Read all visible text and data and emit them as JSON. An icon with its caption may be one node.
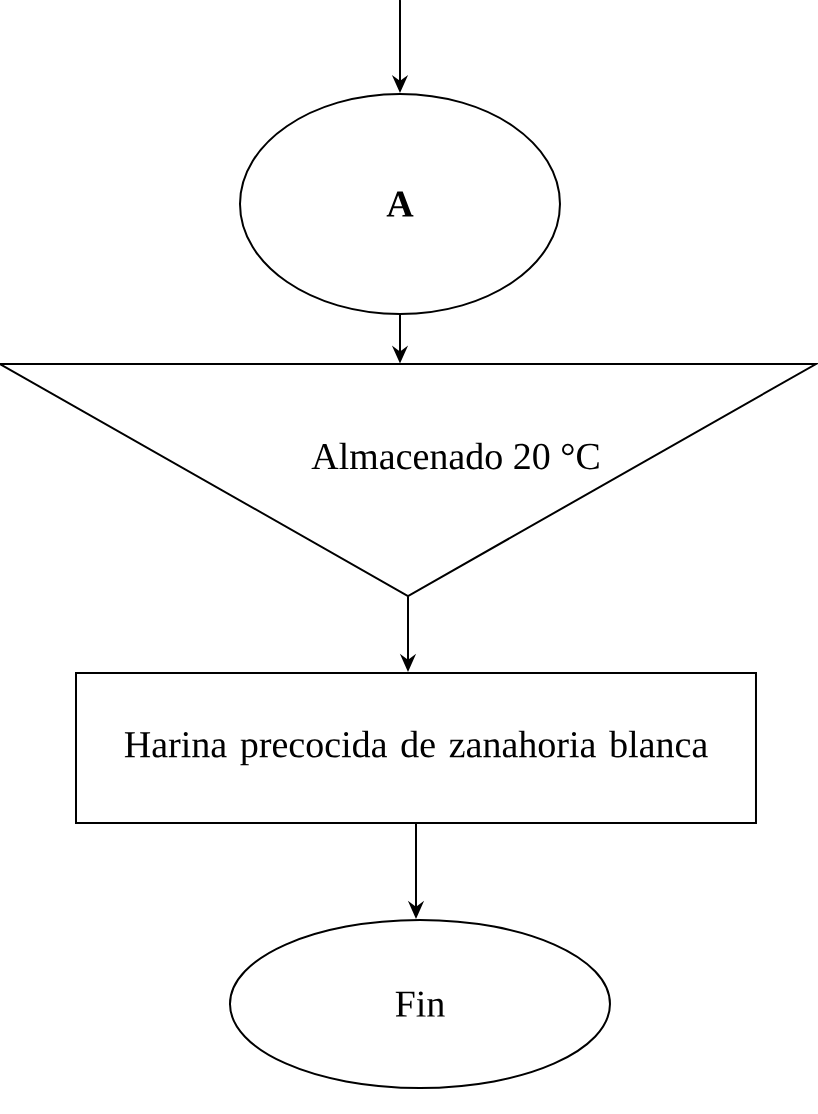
{
  "diagram": {
    "nodes": [
      {
        "text": [
          "A"
        ]
      },
      {
        "text": [
          "Almacenado 20 °C"
        ]
      },
      {
        "text": [
          "Harina precocida de zanahoria blanca"
        ]
      },
      {
        "text": [
          "Fin"
        ]
      }
    ],
    "edges": [
      {
        "from": null,
        "to": 0,
        "arrow": "to"
      },
      {
        "from": 0,
        "to": 1,
        "arrow": "to"
      },
      {
        "from": 1,
        "to": 2,
        "arrow": "to"
      },
      {
        "from": 2,
        "to": 3,
        "arrow": "to"
      }
    ]
  }
}
